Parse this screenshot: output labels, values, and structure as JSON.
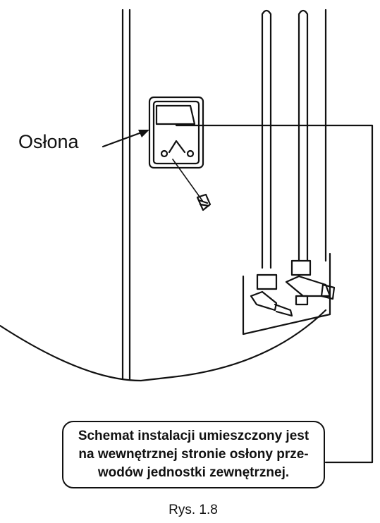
{
  "callout": {
    "label": "Osłona"
  },
  "note": {
    "lines": [
      "Schemat instalacji umieszczony jest",
      "na wewnętrznej stronie osłony prze-",
      "wodów jednostki zewnętrznej."
    ]
  },
  "caption": {
    "text": "Rys. 1.8"
  },
  "colors": {
    "line": "#111111",
    "background": "#ffffff"
  }
}
